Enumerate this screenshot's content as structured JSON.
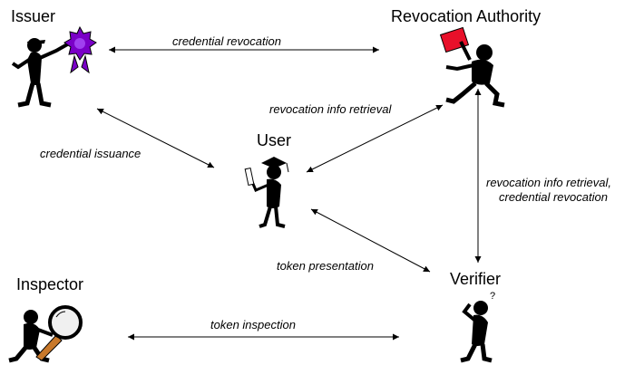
{
  "actors": {
    "issuer": {
      "name": "Issuer",
      "icon": "issuer-figure-icon"
    },
    "revocation_authority": {
      "name": "Revocation Authority",
      "icon": "referee-figure-icon"
    },
    "user": {
      "name": "User",
      "icon": "graduate-figure-icon"
    },
    "inspector": {
      "name": "Inspector",
      "icon": "magnifier-figure-icon"
    },
    "verifier": {
      "name": "Verifier",
      "icon": "thinking-figure-icon"
    }
  },
  "edges": {
    "credential_revocation": "credential revocation",
    "credential_issuance": "credential issuance",
    "revocation_info_retrieval": "revocation info retrieval",
    "ra_verifier_line1": "revocation info retrieval,",
    "ra_verifier_line2": "credential revocation",
    "token_presentation": "token presentation",
    "token_inspection": "token inspection"
  },
  "colors": {
    "ink": "#000000",
    "ribbon": "#7a00c8",
    "card": "#e8102a",
    "lens_handle": "#c8782a"
  }
}
